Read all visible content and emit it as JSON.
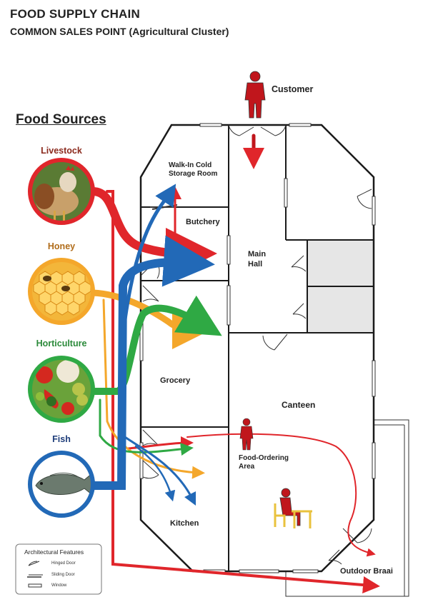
{
  "header": {
    "title": "FOOD SUPPLY CHAIN",
    "subtitle": "COMMON SALES POINT (Agricultural Cluster)"
  },
  "sources": {
    "heading": "Food Sources",
    "items": [
      {
        "label": "Livestock",
        "color": "#e0262b",
        "label_color": "#8b2a1d",
        "icon": "rooster-photo"
      },
      {
        "label": "Honey",
        "color": "#f4a72b",
        "label_color": "#b06c1a",
        "icon": "honeycomb-photo"
      },
      {
        "label": "Horticulture",
        "color": "#2fa944",
        "label_color": "#2b8a3a",
        "icon": "vegetables-photo"
      },
      {
        "label": "Fish",
        "color": "#2269b7",
        "label_color": "#1e3d7a",
        "icon": "fish-photo"
      }
    ]
  },
  "customer": {
    "label": "Customer",
    "icon": "person-icon",
    "color": "#c0161c"
  },
  "rooms": {
    "cold_storage": "Walk-In Cold\nStorage Room",
    "butchery": "Butchery",
    "main_hall": "Main\nHall",
    "grocery": "Grocery",
    "canteen": "Canteen",
    "food_ordering": "Food-Ordering\nArea",
    "kitchen": "Kitchen",
    "outdoor_braai": "Outdoor Braai"
  },
  "legend": {
    "title": "Architectural Features",
    "items": [
      {
        "label": "Hinged Door",
        "icon": "hinged-door-icon"
      },
      {
        "label": "Sliding Door",
        "icon": "sliding-door-icon"
      },
      {
        "label": "Window",
        "icon": "window-icon"
      }
    ]
  }
}
